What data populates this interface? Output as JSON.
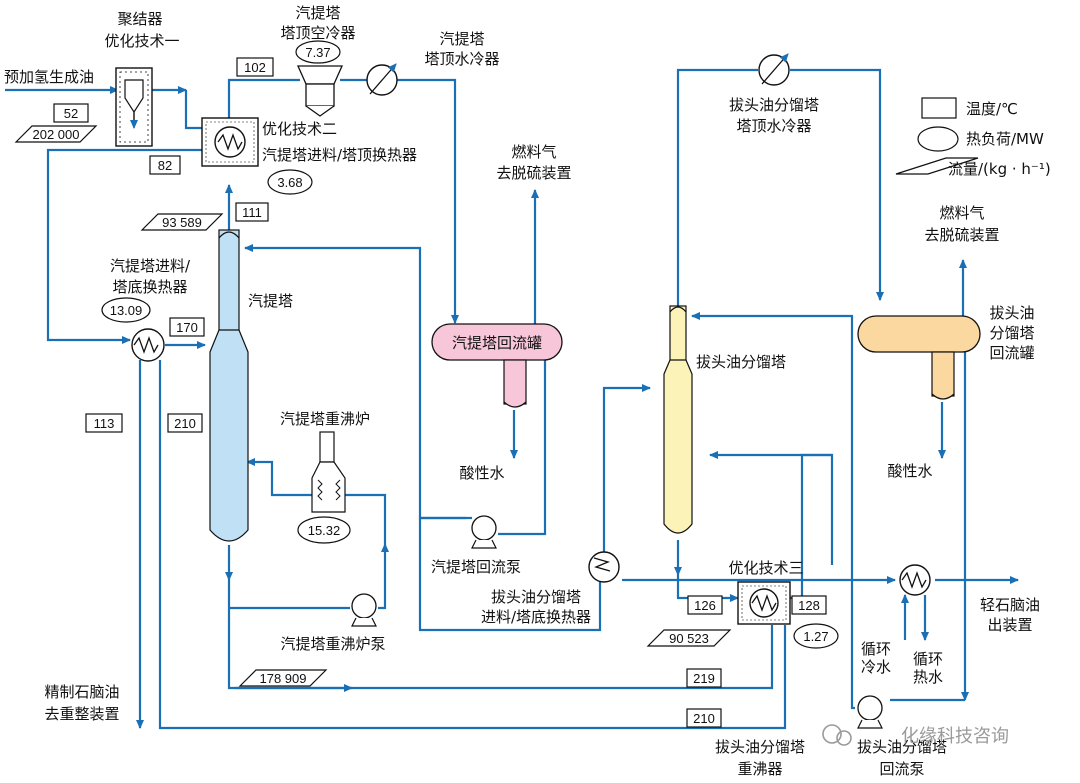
{
  "labels": {
    "coalescer": "聚结器",
    "opt1": "优化技术一",
    "feed": "预加氢生成油",
    "stripper_air_cooler_1": "汽提塔",
    "stripper_air_cooler_2": "塔顶空冷器",
    "stripper_water_cooler_1": "汽提塔",
    "stripper_water_cooler_2": "塔顶水冷器",
    "opt2": "优化技术二",
    "feed_top_hx": "汽提塔进料/塔顶换热器",
    "fuel_gas_1a": "燃料气",
    "fuel_gas_1b": "去脱硫装置",
    "stripper_feed_bottom_hx_1": "汽提塔进料/",
    "stripper_feed_bottom_hx_2": "塔底换热器",
    "stripper": "汽提塔",
    "stripper_reflux_drum": "汽提塔回流罐",
    "acid_water_1": "酸性水",
    "stripper_reboiler_furnace": "汽提塔重沸炉",
    "stripper_reflux_pump": "汽提塔回流泵",
    "stripper_reboiler_pump": "汽提塔重沸炉泵",
    "refined_naphtha_1": "精制石脑油",
    "refined_naphtha_2": "去重整装置",
    "topping_water_cooler_1": "拔头油分馏塔",
    "topping_water_cooler_2": "塔顶水冷器",
    "topping_column": "拔头油分馏塔",
    "topping_feed_hx_1": "拔头油分馏塔",
    "topping_feed_hx_2": "进料/塔底换热器",
    "opt3": "优化技术三",
    "fuel_gas_2a": "燃料气",
    "fuel_gas_2b": "去脱硫装置",
    "topping_reflux_drum_1": "拔头油",
    "topping_reflux_drum_2": "分馏塔",
    "topping_reflux_drum_3": "回流罐",
    "acid_water_2": "酸性水",
    "cw_in_1": "循环",
    "cw_in_2": "冷水",
    "cw_out_1": "循环",
    "cw_out_2": "热水",
    "light_naphtha_1": "轻石脑油",
    "light_naphtha_2": "出装置",
    "topping_reboiler_1": "拔头油分馏塔",
    "topping_reboiler_2": "重沸器",
    "topping_reflux_pump_1": "拔头油分馏塔",
    "topping_reflux_pump_2": "回流泵",
    "watermark": "化缘科技咨询"
  },
  "legend": {
    "temperature": "温度/℃",
    "heat_duty": "热负荷/MW",
    "flow": "流量/(kg · h⁻¹)"
  },
  "temperatures": {
    "t52": "52",
    "t102": "102",
    "t82": "82",
    "t111": "111",
    "t170": "170",
    "t113": "113",
    "t210a": "210",
    "t126": "126",
    "t128": "128",
    "t219": "219",
    "t210b": "210"
  },
  "heat_duties": {
    "q737": "7.37",
    "q368": "3.68",
    "q1309": "13.09",
    "q1532": "15.32",
    "q127": "1.27"
  },
  "flows": {
    "f202000": "202 000",
    "f93589": "93 589",
    "f178909": "178 909",
    "f90523": "90 523"
  },
  "colors": {
    "pipe": "#1a6fb5",
    "stripper": "#bfe0f5",
    "stripper_reflux_drum": "#f7c6d9",
    "topping_column": "#fbf3b8",
    "topping_reflux_drum": "#fbd8a0"
  }
}
